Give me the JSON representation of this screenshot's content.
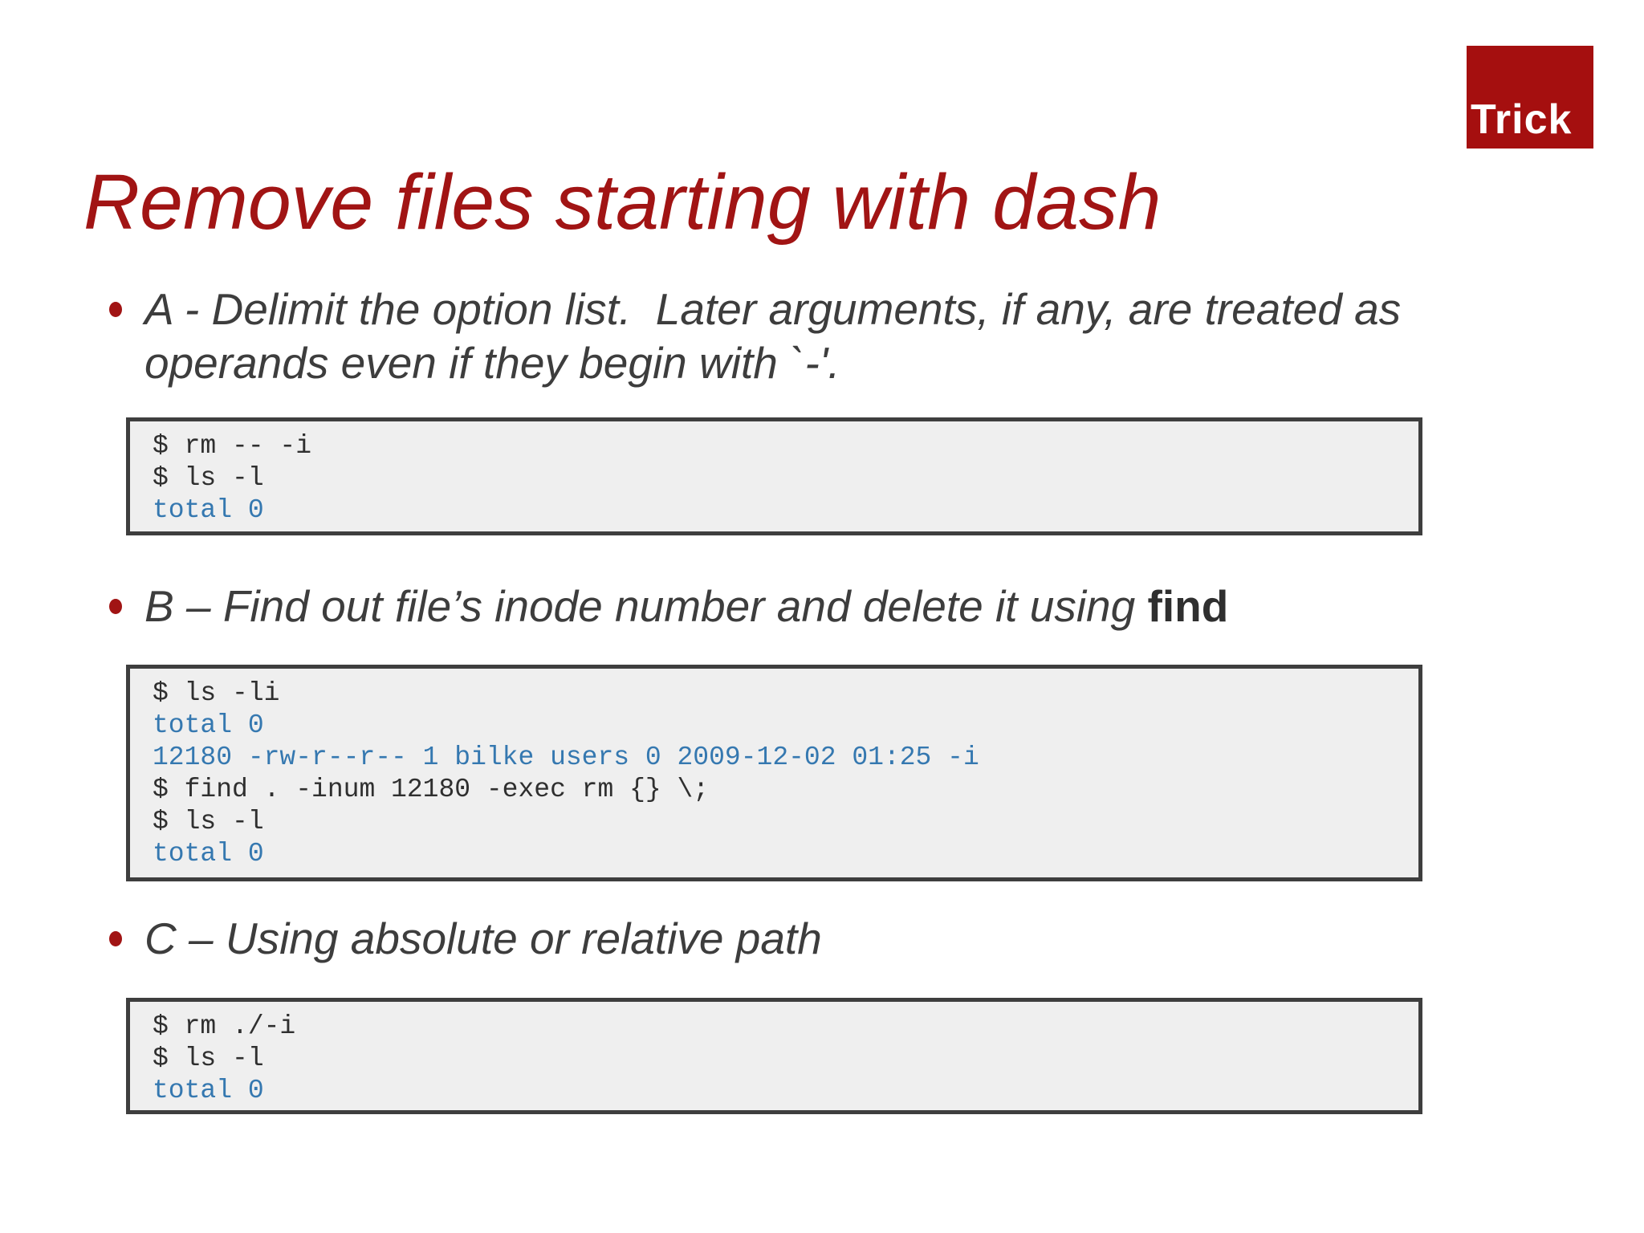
{
  "badge": {
    "label": "Trick",
    "bg_color": "#A50F0F",
    "text_color": "#FFFFFF"
  },
  "title": {
    "text": "Remove files starting with dash",
    "color": "#A11414"
  },
  "bullets": [
    {
      "id": "A",
      "text": "A - Delimit the option list.  Later arguments, if any, are treated as operands even if they begin with `-'.",
      "bold_suffix": ""
    },
    {
      "id": "B",
      "text": "B – Find out file’s inode number and delete it using ",
      "bold_suffix": "find"
    },
    {
      "id": "C",
      "text": "C – Using absolute or relative path",
      "bold_suffix": ""
    }
  ],
  "code_blocks": [
    {
      "lines": [
        {
          "text": "$ rm -- -i",
          "type": "command"
        },
        {
          "text": "$ ls -l",
          "type": "command"
        },
        {
          "text": "total 0",
          "type": "output"
        }
      ]
    },
    {
      "lines": [
        {
          "text": "$ ls -li",
          "type": "command"
        },
        {
          "text": "total 0",
          "type": "output"
        },
        {
          "text": "12180 -rw-r--r-- 1 bilke users 0 2009-12-02 01:25 -i",
          "type": "output"
        },
        {
          "text": "$ find . -inum 12180 -exec rm {} \\;",
          "type": "command"
        },
        {
          "text": "$ ls -l",
          "type": "command"
        },
        {
          "text": "total 0",
          "type": "output"
        }
      ]
    },
    {
      "lines": [
        {
          "text": "$ rm ./-i",
          "type": "command"
        },
        {
          "text": "$ ls -l",
          "type": "command"
        },
        {
          "text": "total 0",
          "type": "output"
        }
      ]
    }
  ],
  "colors": {
    "accent": "#A11414",
    "badge_bg": "#A50F0F",
    "body_text": "#3D3D3D",
    "code_bg": "#EFEFEF",
    "code_border": "#3E3E3E",
    "code_command": "#2F2F2F",
    "shell_output": "#3578B0",
    "background": "#FFFFFF"
  }
}
